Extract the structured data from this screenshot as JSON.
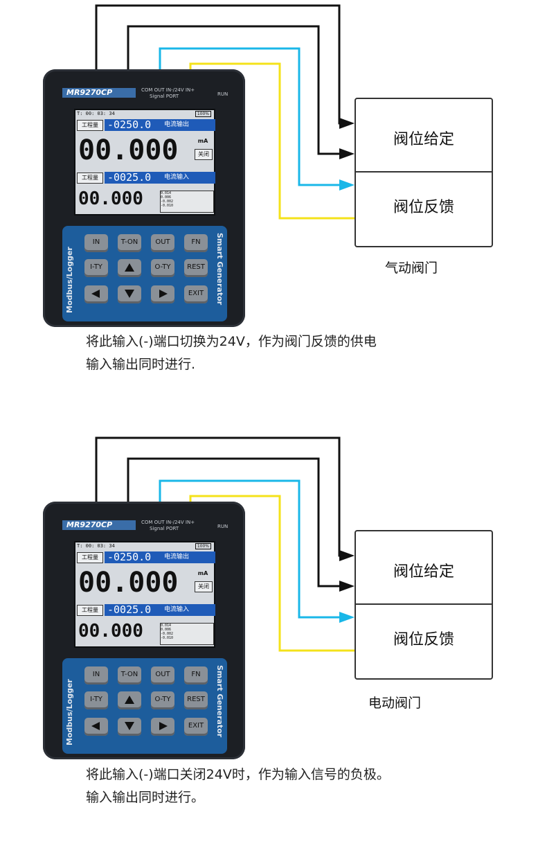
{
  "device": {
    "model": "MR9270CP",
    "port_top": "COM  OUT   IN-/24V  IN+",
    "port_bottom": "Signal PORT",
    "run": "RUN",
    "lcd": {
      "time": "T: 00: 03: 34",
      "battery": "100%",
      "row1_tag": "工程量",
      "row1_value": "-0250.0",
      "row1_mode": "电流输出",
      "big_value": "00.000",
      "unit": "mA",
      "off": "关闭",
      "row2_tag": "工程量",
      "row2_value": "-0025.0",
      "row2_mode": "电流输入",
      "small_value": "00.000",
      "log_lines": [
        "0.014",
        "0.006",
        "-0.002",
        "-0.010"
      ]
    },
    "keys": [
      [
        "IN",
        "T-ON",
        "OUT",
        "FN"
      ],
      [
        "I-TY",
        "up-arrow-icon",
        "O-TY",
        "REST"
      ],
      [
        "left-arrow-icon",
        "down-arrow-icon",
        "right-arrow-icon",
        "EXIT"
      ]
    ],
    "side_left": "Modbus/Logger",
    "side_right": "Smart Generator"
  },
  "panels": [
    {
      "valve_set": "阀位给定",
      "valve_feedback": "阀位反馈",
      "valve_type": "气动阀门",
      "caption_line1": "将此输入(-)端口切换为24V，作为阀门反馈的供电",
      "caption_line2": "输入输出同时进行."
    },
    {
      "valve_set": "阀位给定",
      "valve_feedback": "阀位反馈",
      "valve_type": "电动阀门",
      "caption_line1": "将此输入(-)端口关闭24V时，作为输入信号的负极。",
      "caption_line2": "输入输出同时进行。"
    }
  ],
  "colors": {
    "wire_black": "#111111",
    "wire_cyan": "#19b7e8",
    "wire_yellow": "#f4e21a",
    "screen_blue": "#1f5bb8"
  }
}
